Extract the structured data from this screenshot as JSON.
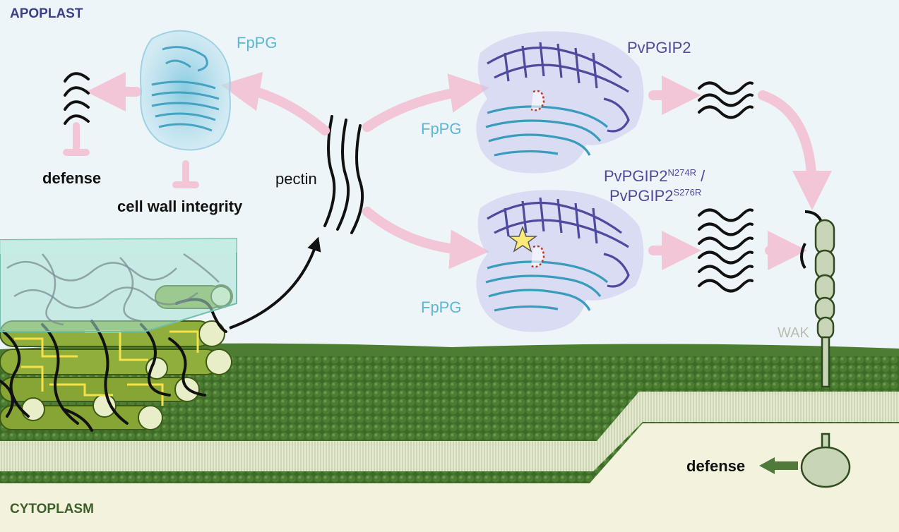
{
  "regions": {
    "apoplast": "APOPLAST",
    "cytoplasm": "CYTOPLASM"
  },
  "labels": {
    "fppg_top": "FpPG",
    "fppg_mid": "FpPG",
    "fppg_bottom": "FpPG",
    "pvpgip2": "PvPGIP2",
    "mutant_line1_base": "PvPGIP2",
    "mutant_line1_sup": "N274R",
    "mutant_line1_suffix": " /",
    "mutant_line2_base": "PvPGIP2",
    "mutant_line2_sup": "S276R",
    "pectin": "pectin",
    "defense_left": "defense",
    "cell_wall_integrity": "cell wall integrity",
    "wak": "WAK",
    "defense_right": "defense"
  },
  "colors": {
    "apoplast_bg": "#eef5f9",
    "membrane_head": "#2f5a1f",
    "membrane_tail": "#dfe6c8",
    "cytoplasm_bg": "#f3f2dc",
    "arrow_pink": "#f2c6d6",
    "fppg_cyan": "#5cb7d3",
    "pgip_purple": "#4e4a9e",
    "wak_green": "#c8d5b6",
    "defense_arrow": "#4f7a3a",
    "star_yellow": "#fbe97a"
  }
}
